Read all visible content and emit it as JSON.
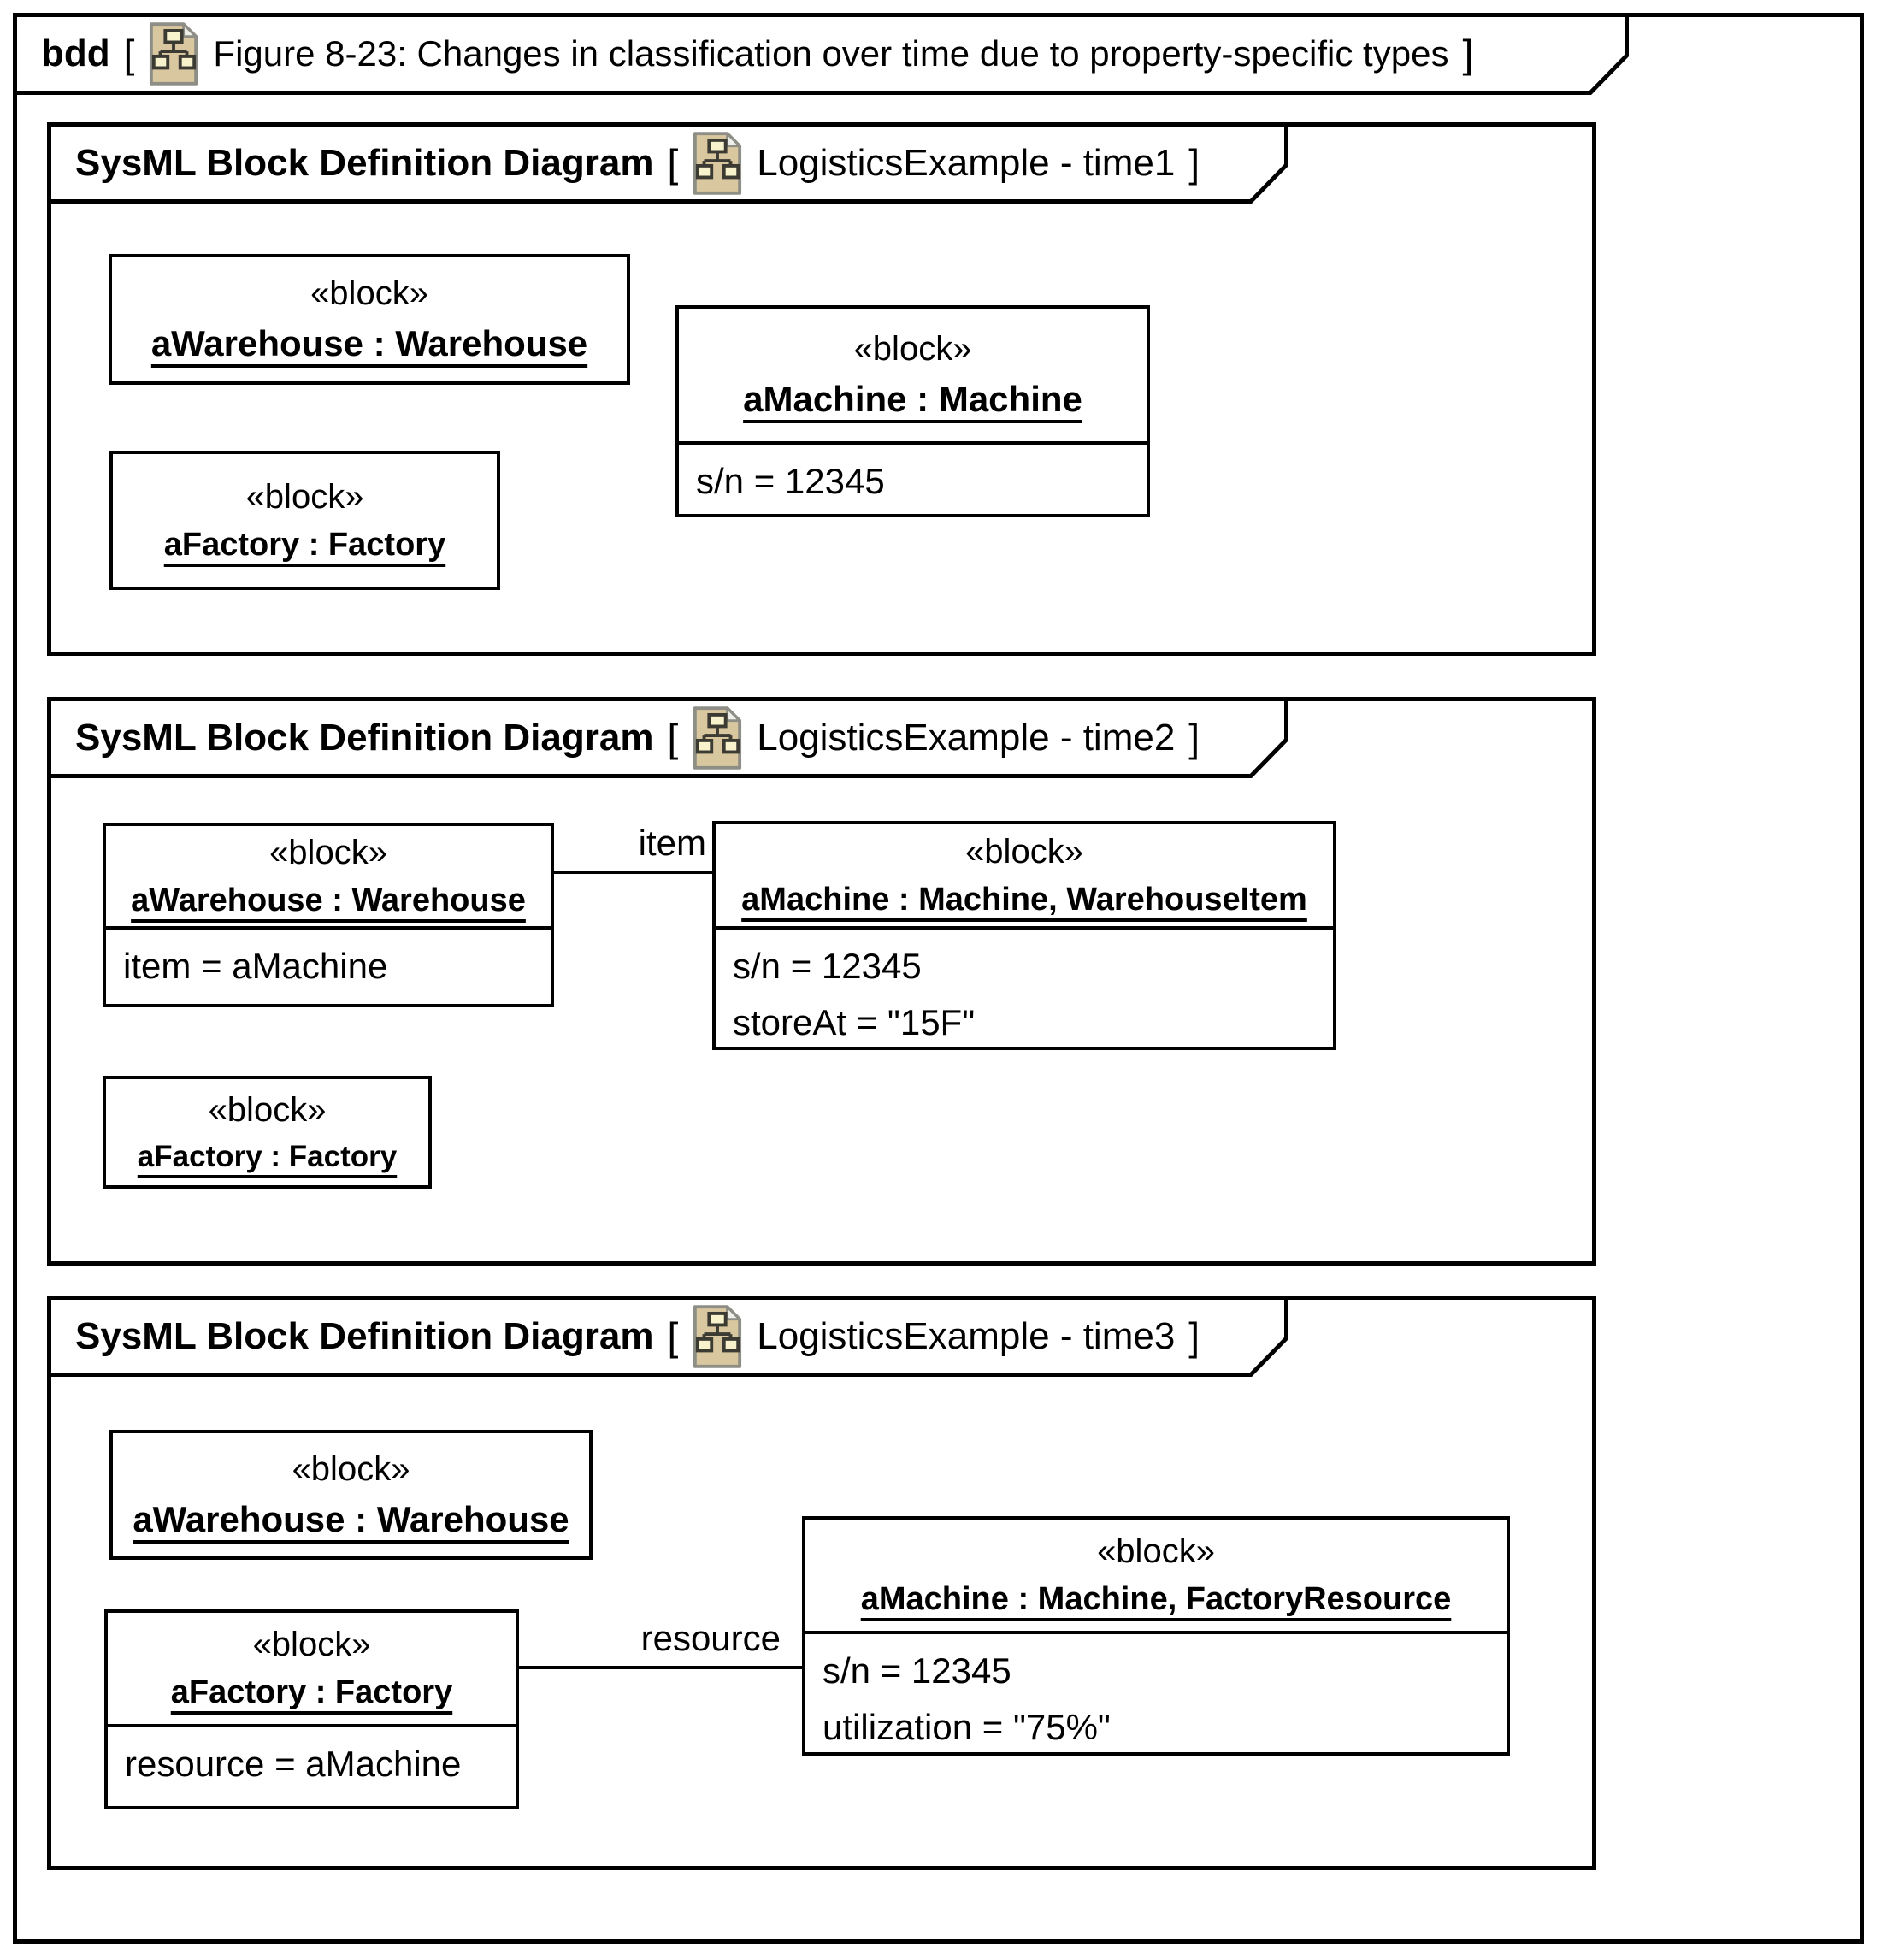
{
  "symbols": {
    "bracket_open": "[",
    "bracket_close": "]"
  },
  "colors": {
    "line": "#000000",
    "background": "#ffffff",
    "icon_fill": "#d9c89f",
    "icon_border": "#8e8e86",
    "icon_box_fill": "#f8f2cc",
    "icon_box_border": "#3b3b33"
  },
  "icons": {
    "diagram_icon": "diagram-document-icon"
  },
  "outer": {
    "keyword": "bdd",
    "title": "Figure 8-23: Changes in classification over time due to property-specific types"
  },
  "frames": [
    {
      "title": "SysML Block Definition Diagram",
      "name": "LogisticsExample - time1",
      "blocks": {
        "warehouse": {
          "stereotype": "«block»",
          "name": "aWarehouse : Warehouse"
        },
        "machine": {
          "stereotype": "«block»",
          "name": "aMachine : Machine",
          "values": [
            "s/n = 12345"
          ]
        },
        "factory": {
          "stereotype": "«block»",
          "name": "aFactory : Factory"
        }
      }
    },
    {
      "title": "SysML Block Definition Diagram",
      "name": "LogisticsExample - time2",
      "connector_label": "item",
      "blocks": {
        "warehouse": {
          "stereotype": "«block»",
          "name": "aWarehouse : Warehouse",
          "values": [
            "item = aMachine"
          ]
        },
        "machine": {
          "stereotype": "«block»",
          "name": "aMachine : Machine, WarehouseItem",
          "values": [
            "s/n = 12345",
            "storeAt = \"15F\""
          ]
        },
        "factory": {
          "stereotype": "«block»",
          "name": "aFactory : Factory"
        }
      }
    },
    {
      "title": "SysML Block Definition Diagram",
      "name": "LogisticsExample - time3",
      "connector_label": "resource",
      "blocks": {
        "warehouse": {
          "stereotype": "«block»",
          "name": "aWarehouse : Warehouse"
        },
        "factory": {
          "stereotype": "«block»",
          "name": "aFactory : Factory",
          "values": [
            "resource = aMachine"
          ]
        },
        "machine": {
          "stereotype": "«block»",
          "name": "aMachine : Machine, FactoryResource",
          "values": [
            "s/n = 12345",
            "utilization = \"75%\""
          ]
        }
      }
    }
  ]
}
